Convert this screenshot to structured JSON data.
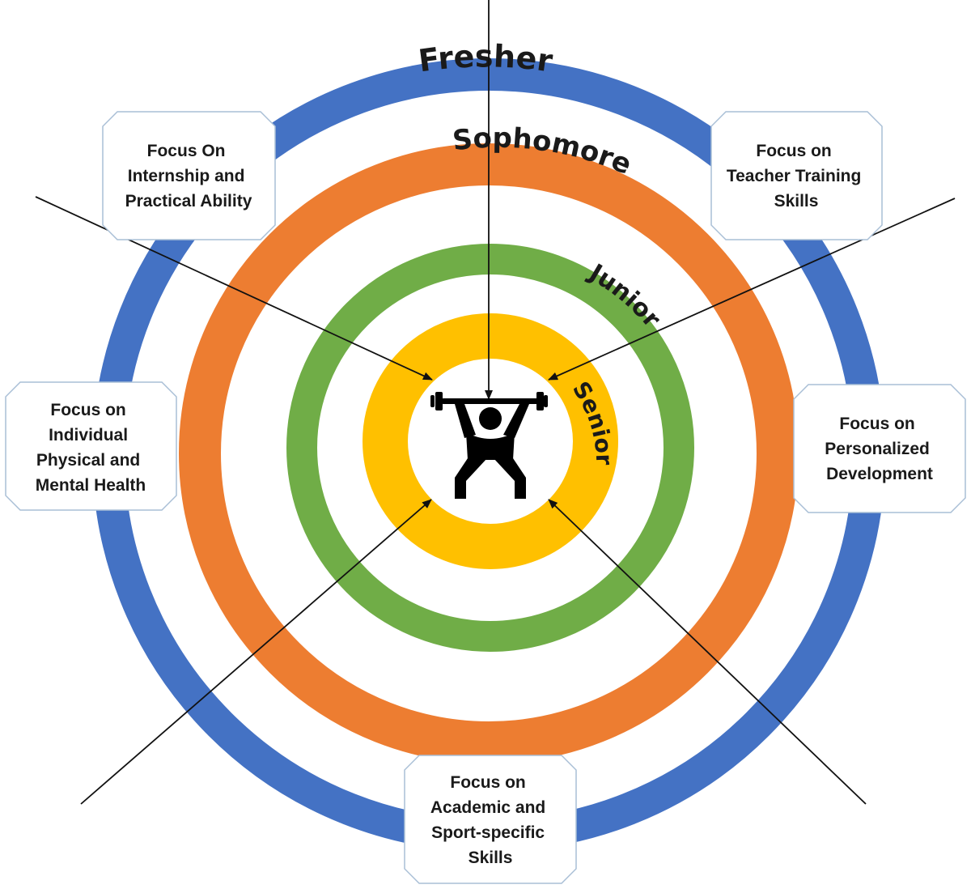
{
  "center_icon": "weightlifter-icon",
  "colors": {
    "fresher": "#4472C4",
    "sophomore": "#ED7D31",
    "junior": "#70AD47",
    "senior": "#FFC000"
  },
  "rings": {
    "fresher": "Fresher",
    "sophomore": "Sophomore",
    "junior": "Junior",
    "senior": "Senior"
  },
  "boxes": {
    "internship": [
      "Focus On",
      "Internship and",
      "Practical Ability"
    ],
    "teacher": [
      "Focus on",
      "Teacher Training",
      "Skills"
    ],
    "health": [
      "Focus on",
      "Individual",
      "Physical and",
      "Mental Health"
    ],
    "personalized": [
      "Focus on",
      "Personalized",
      "Development"
    ],
    "academic": [
      "Focus on",
      "Academic and",
      "Sport-specific",
      "Skills"
    ]
  }
}
